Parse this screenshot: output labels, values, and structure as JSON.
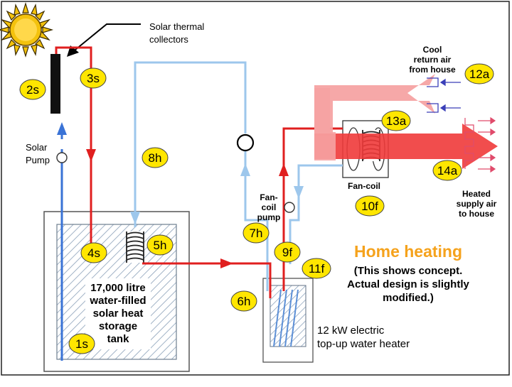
{
  "labels": {
    "collectors_line1": "Solar thermal",
    "collectors_line2": "collectors",
    "pump_line1": "Solar",
    "pump_line2": "Pump",
    "cool_line1": "Cool",
    "cool_line2": "return air",
    "cool_line3": "from house",
    "heated_line1": "Heated",
    "heated_line2": "supply air",
    "heated_line3": "to house",
    "fancoil": "Fan-coil",
    "fancoil_pump_line1": "Fan-",
    "fancoil_pump_line2": "coil",
    "fancoil_pump_line3": "pump",
    "heater_line1": "12 kW electric",
    "heater_line2": "top-up water heater"
  },
  "tank": {
    "line1": "17,000 litre",
    "line2": "water-filled",
    "line3": "solar heat",
    "line4": "storage",
    "line5": "tank"
  },
  "badges": {
    "s1": "1s",
    "s2": "2s",
    "s3": "3s",
    "s4": "4s",
    "h5": "5h",
    "h6": "6h",
    "h7": "7h",
    "h8": "8h",
    "f9": "9f",
    "f10": "10f",
    "f11": "11f",
    "a12": "12a",
    "a13": "13a",
    "a14": "14a"
  },
  "title": {
    "heading": "Home heating",
    "note1": "(This shows concept.",
    "note2": "Actual design is slightly",
    "note3": "modified.)"
  },
  "colors": {
    "hot_pipe": "#e01f1f",
    "cool_pipe": "#9dc7ec",
    "cold_pipe": "#3a73d6",
    "air_cool": "#f6a3a3",
    "air_hot": "#f03a3a",
    "badge": "#ffe600",
    "title": "#f5a21c",
    "sun": "#f4c20d"
  }
}
